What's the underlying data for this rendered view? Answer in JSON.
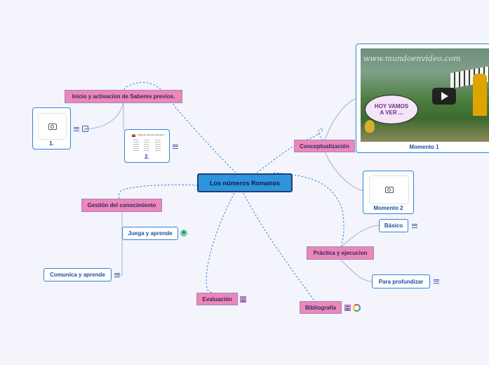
{
  "center": {
    "label": "Los números Romanos"
  },
  "branches": {
    "inicio": "Inicio y activacion de Saberes previos.",
    "conceptualizacion": "Conceptualización",
    "gestion": "Gestión del conocimiento",
    "practica": "Práctica y ejecucion",
    "evaluacion": "Evaluación",
    "bibliografia": "Bibliografía"
  },
  "leaves": {
    "card1": "1.",
    "card2": "2.",
    "momento1": "Momento 1",
    "momento2": "Momento 2",
    "juega": "Juega y aprende",
    "comunica": "Comunica y aprende",
    "basico": "Básico",
    "profundizar": "Para profundizar"
  },
  "video": {
    "watermark": "www.mundoenvideo.com",
    "bubble_line1": "HOY VAMOS",
    "bubble_line2": "A VER ..."
  },
  "doc_thumb": {
    "title": "Clase de Números Romanos"
  },
  "icons": [
    "camera-icon",
    "notes-icon",
    "link-icon",
    "play-icon",
    "tree-icon",
    "google-icon"
  ],
  "colors": {
    "background": "#f3f4fc",
    "branch": "#ee86b6",
    "center": "#2e95dc",
    "border": "#2f86d8",
    "link": "#2f86d8"
  }
}
